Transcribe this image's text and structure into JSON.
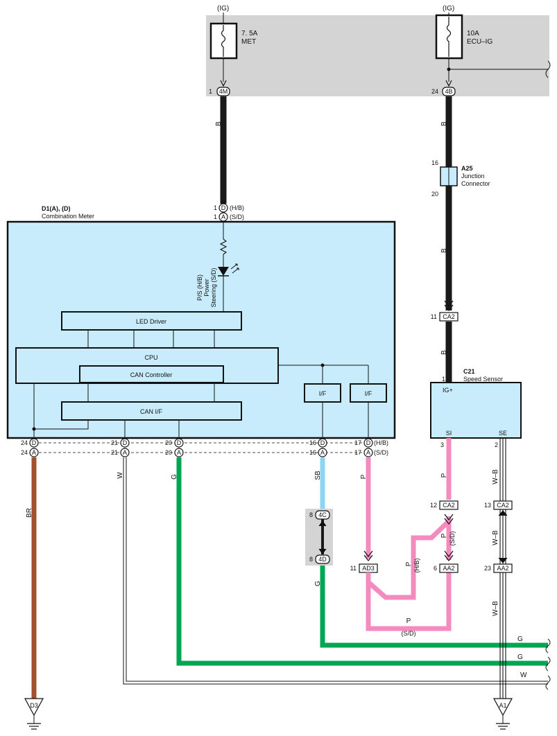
{
  "fuses": {
    "met": {
      "supply": "(IG)",
      "rating": "7. 5A",
      "name": "MET"
    },
    "ecu": {
      "supply": "(IG)",
      "rating": "10A",
      "name": "ECU–IG"
    }
  },
  "connectors": {
    "c4m": {
      "pin": "1",
      "code": "4M"
    },
    "c4b": {
      "pin": "24",
      "code": "4B"
    },
    "a25": {
      "pin_top": "16",
      "pin_bottom": "20",
      "code": "A25",
      "line1": "Junction",
      "line2": "Connector"
    },
    "ca2_top": {
      "pin": "11",
      "code": "CA2"
    },
    "c4c": {
      "pin": "8",
      "code": "4C"
    },
    "c4d": {
      "pin": "8",
      "code": "4D"
    },
    "ad3": {
      "pin": "11",
      "code": "AD3"
    },
    "ca2_left": {
      "pin": "12",
      "code": "CA2"
    },
    "ca2_right": {
      "pin": "13",
      "code": "CA2"
    },
    "aa2_left": {
      "pin": "6",
      "code": "AA2"
    },
    "aa2_right": {
      "pin": "23",
      "code": "AA2"
    }
  },
  "meter": {
    "code": "D1(A), (D)",
    "title": "Combination Meter",
    "top_pin": "1",
    "letter_d": "D",
    "letter_a": "A",
    "hb": "(H/B)",
    "sd": "(S/D)",
    "ps_lines": [
      "P/S (H/B)",
      "Power",
      "Steering (S/D)"
    ],
    "blocks": {
      "led_driver": "LED Driver",
      "cpu": "CPU",
      "can_controller": "CAN Controller",
      "can_if": "CAN I/F",
      "if1": "I/F",
      "if2": "I/F"
    },
    "bottom_pins": [
      "24",
      "21",
      "20",
      "16",
      "17"
    ]
  },
  "sensor": {
    "code": "C21",
    "title": "Speed Sensor",
    "pin_top": "1",
    "ig": "IG+",
    "si": "SI",
    "se": "SE",
    "pin_si": "3",
    "pin_se": "2"
  },
  "wires": {
    "b": "B",
    "br": "BR",
    "w": "W",
    "g": "G",
    "sb": "SB",
    "p": "P",
    "wb": "W–B",
    "hb": "(H/B)",
    "sd": "(S/D)"
  },
  "grounds": {
    "d3": "D3",
    "a1": "A1"
  },
  "colors": {
    "black": "#1a1a1a",
    "pink": "#f38bbf",
    "green": "#00a651",
    "brown": "#a0522d",
    "skyblue": "#8fd3f4",
    "meter_fill": "#c8ecfb",
    "splice_bg": "#d4d4d4"
  }
}
